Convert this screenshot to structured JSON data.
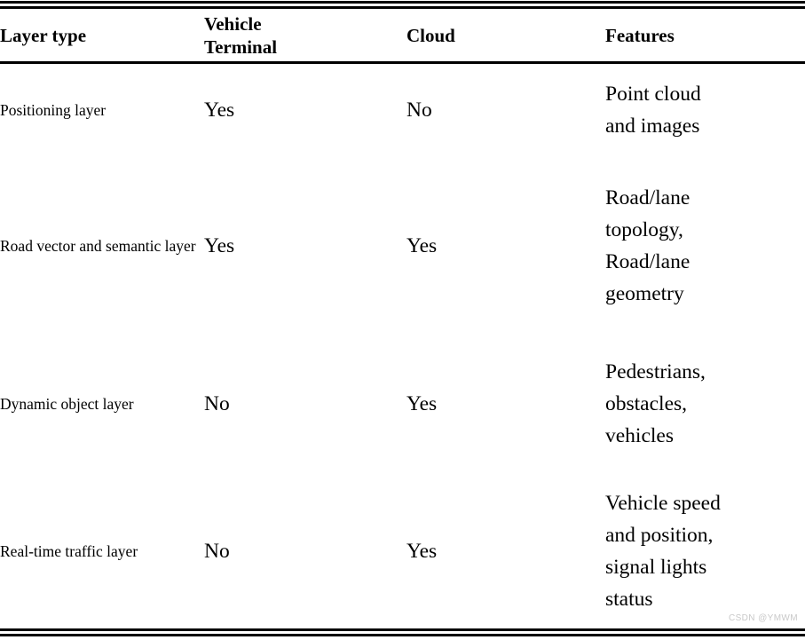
{
  "table": {
    "columns": [
      {
        "key": "layer_type",
        "label_lines": [
          "Layer type"
        ]
      },
      {
        "key": "vehicle_terminal",
        "label_lines": [
          "Vehicle",
          "Terminal"
        ]
      },
      {
        "key": "cloud",
        "label_lines": [
          "Cloud"
        ]
      },
      {
        "key": "features",
        "label_lines": [
          "Features"
        ]
      }
    ],
    "rows": [
      {
        "layer_type": "Positioning layer",
        "vehicle_terminal": "Yes",
        "cloud": "No",
        "features_lines": [
          "Point cloud",
          "and images"
        ]
      },
      {
        "layer_type": "Road vector and semantic layer",
        "vehicle_terminal": "Yes",
        "cloud": "Yes",
        "features_lines": [
          "Road/lane",
          "topology,",
          "Road/lane",
          "geometry"
        ]
      },
      {
        "layer_type": "Dynamic object layer",
        "vehicle_terminal": "No",
        "cloud": "Yes",
        "features_lines": [
          "Pedestrians,",
          "obstacles,",
          "vehicles"
        ]
      },
      {
        "layer_type": "Real-time traffic layer",
        "vehicle_terminal": "No",
        "cloud": "Yes",
        "features_lines": [
          "Vehicle speed",
          "and position,",
          "signal lights",
          "status"
        ]
      }
    ]
  },
  "watermark": {
    "text": "CSDN @YMWM",
    "color": "#c9c9c9"
  },
  "colors": {
    "background": "#ffffff",
    "text": "#000000",
    "rule": "#000000"
  }
}
